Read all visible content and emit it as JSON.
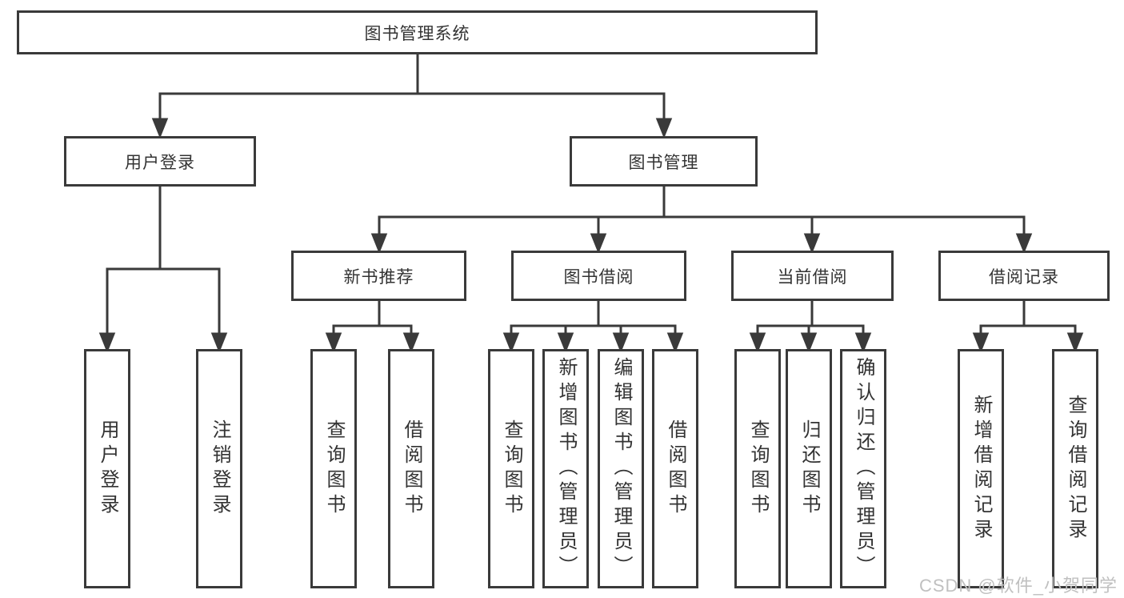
{
  "diagram": {
    "root": "图书管理系统",
    "level2": [
      "用户登录",
      "图书管理"
    ],
    "level3": [
      "新书推荐",
      "图书借阅",
      "当前借阅",
      "借阅记录"
    ],
    "leaves": [
      "用户登录",
      "注销登录",
      "查询图书",
      "借阅图书",
      "查询图书",
      "新增图书（管理员）",
      "编辑图书（管理员）",
      "借阅图书",
      "查询图书",
      "归还图书",
      "确认归还（管理员）",
      "新增借阅记录",
      "查询借阅记录"
    ]
  },
  "watermark": "CSDN @软件_小贺同学",
  "colors": {
    "line": "#3a3a3a",
    "text": "#333333",
    "watermark": "#c0c0c0",
    "background": "#ffffff"
  }
}
